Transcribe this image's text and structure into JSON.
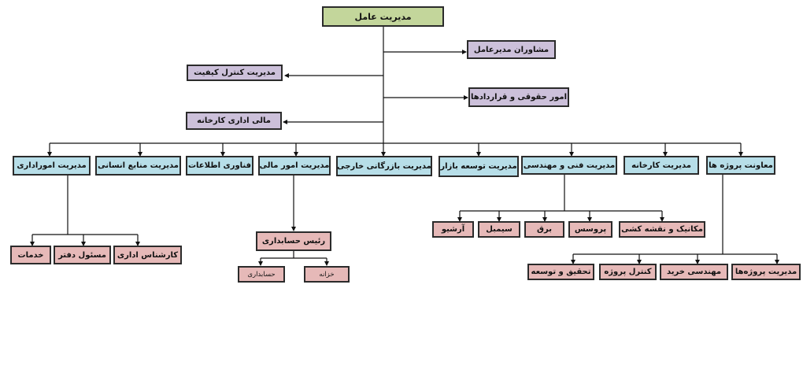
{
  "colors": {
    "ceo": "#c3d69b",
    "advisory": "#ccc0da",
    "department": "#b7dee8",
    "unit": "#e6b9b8",
    "line": "#111111"
  },
  "ceo": {
    "label": "مدیریت عامل"
  },
  "staff": [
    {
      "id": "advisors",
      "label": "مشاوران مدیرعامل"
    },
    {
      "id": "quality",
      "label": "مدیریت کنترل کیفیت"
    },
    {
      "id": "legal",
      "label": "امور حقوقی و قراردادها"
    },
    {
      "id": "factory_finance",
      "label": "مالی اداری کارخانه"
    }
  ],
  "departments": [
    {
      "id": "projects_deputy",
      "label": "معاونت پروژه ها"
    },
    {
      "id": "factory_mgmt",
      "label": "مدیریت کارخانه"
    },
    {
      "id": "technical",
      "label": "مدیریت فنی و مهندسی"
    },
    {
      "id": "market_dev",
      "label": "مدیریت توسعه بازار"
    },
    {
      "id": "foreign_trade",
      "label": "مدیریت بازرگانی خارجی"
    },
    {
      "id": "financial",
      "label": "مدیریت امور مالی"
    },
    {
      "id": "it",
      "label": "فناوری اطلاعات"
    },
    {
      "id": "hr",
      "label": "مدیریت منابع انسانی"
    },
    {
      "id": "admin",
      "label": "مدیریت اموراداری"
    }
  ],
  "admin_units": [
    {
      "id": "services",
      "label": "خدمات"
    },
    {
      "id": "office",
      "label": "مسئول دفتر"
    },
    {
      "id": "admin_expert",
      "label": "کارشناس اداری"
    }
  ],
  "finance": {
    "head": {
      "label": "رئیس حسابداری"
    },
    "units": [
      {
        "id": "accounting",
        "label": "حسابداری"
      },
      {
        "id": "treasury",
        "label": "خزانه"
      }
    ]
  },
  "technical_units": [
    {
      "id": "archive",
      "label": "آرشیو"
    },
    {
      "id": "symbol",
      "label": "سیمبل"
    },
    {
      "id": "electric",
      "label": "برق"
    },
    {
      "id": "process",
      "label": "پروسس"
    },
    {
      "id": "mechanic",
      "label": "مکانیک و نقشه کشی"
    }
  ],
  "project_units": [
    {
      "id": "rnd",
      "label": "تحقیق و توسعه"
    },
    {
      "id": "project_control",
      "label": "کنترل پروژه"
    },
    {
      "id": "purchase",
      "label": "مهندسی خرید"
    },
    {
      "id": "projects_mgmt",
      "label": "مدیریت پروژه‌ها"
    }
  ]
}
